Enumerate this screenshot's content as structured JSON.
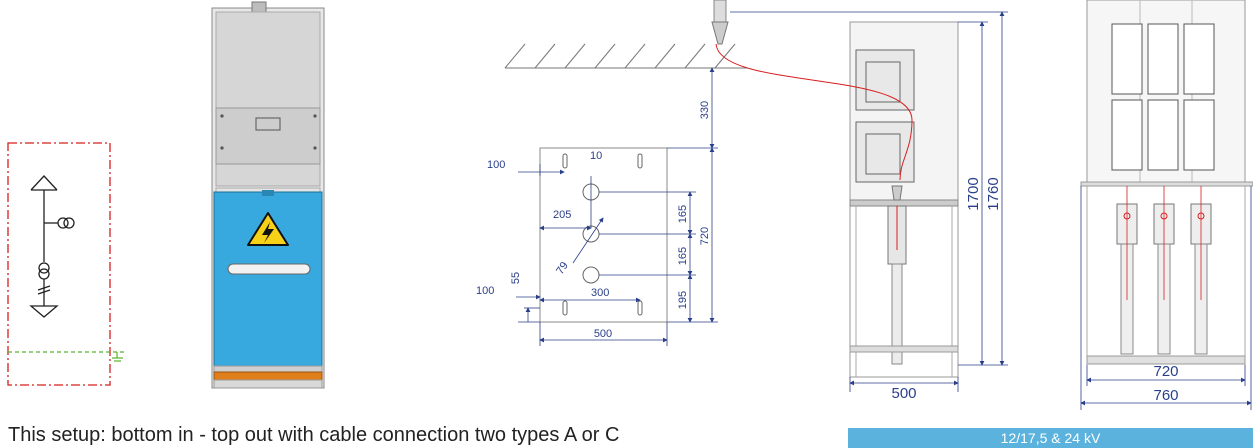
{
  "caption": "This setup: bottom in - top out with cable connection two types A or C",
  "voltage_badge": "12/17,5 & 24 kV",
  "colors": {
    "dimension": "#2a3f8a",
    "outline": "#d81e1e",
    "earth": "#59b52a",
    "door": "#38a9df",
    "panel": "#d4d4d4",
    "base": "#e07e1a"
  },
  "floor_plan": {
    "d330": "330",
    "d10": "10",
    "d100_top": "100",
    "d205": "205",
    "d165_a": "165",
    "d720": "720",
    "d79": "79",
    "d165_b": "165",
    "d55": "55",
    "d100_bottom": "100",
    "d300": "300",
    "d195": "195",
    "d500": "500"
  },
  "side_view": {
    "width": "500",
    "h1700": "1700",
    "h1760": "1760"
  },
  "front_view": {
    "w720": "720",
    "w760": "760"
  }
}
